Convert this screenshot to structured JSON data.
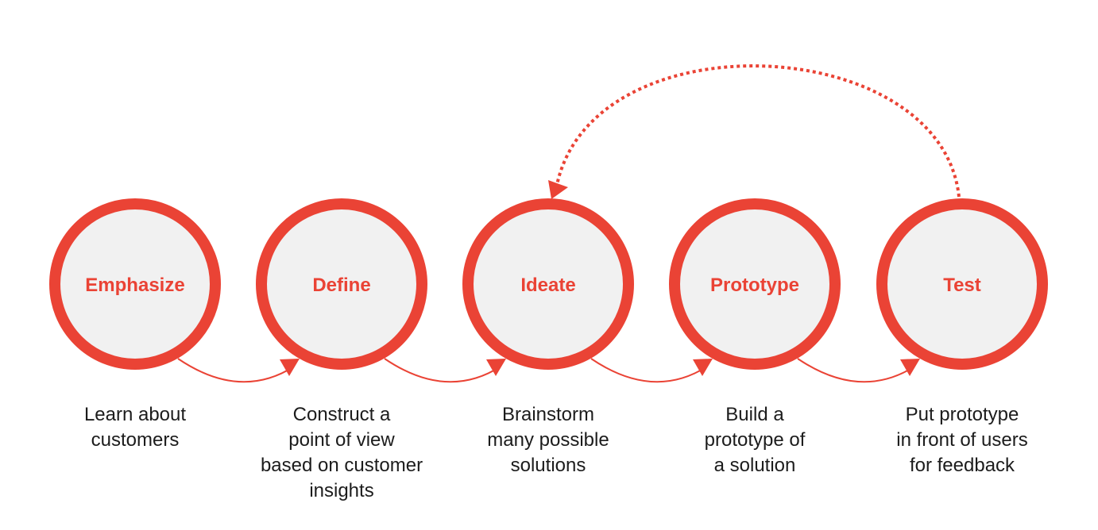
{
  "colors": {
    "accent": "#ea4335",
    "circle_fill": "#f1f1f1",
    "text": "#1c1c1c",
    "background": "#ffffff"
  },
  "stages": [
    {
      "label": "Emphasize",
      "description": [
        "Learn about",
        "customers"
      ]
    },
    {
      "label": "Define",
      "description": [
        "Construct a",
        "point of view",
        "based on customer",
        "insights"
      ]
    },
    {
      "label": "Ideate",
      "description": [
        "Brainstorm",
        "many possible",
        "solutions"
      ]
    },
    {
      "label": "Prototype",
      "description": [
        "Build a",
        "prototype of",
        "a solution"
      ]
    },
    {
      "label": "Test",
      "description": [
        "Put prototype",
        "in front of users",
        "for feedback"
      ]
    }
  ],
  "connectors": [
    {
      "from": "Emphasize",
      "to": "Define",
      "style": "solid"
    },
    {
      "from": "Define",
      "to": "Ideate",
      "style": "solid"
    },
    {
      "from": "Ideate",
      "to": "Prototype",
      "style": "solid"
    },
    {
      "from": "Prototype",
      "to": "Test",
      "style": "solid"
    },
    {
      "from": "Test",
      "to": "Ideate",
      "style": "dotted"
    }
  ]
}
